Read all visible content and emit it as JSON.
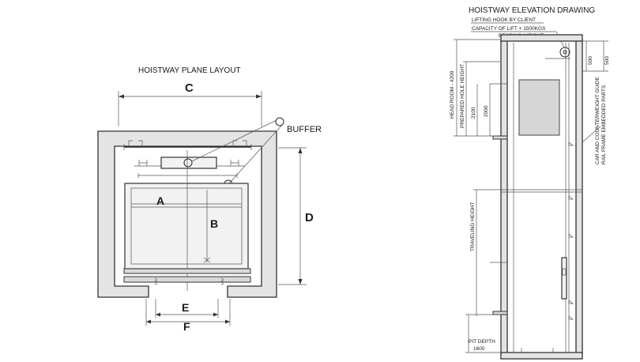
{
  "plan": {
    "title": "HOISTWAY PLANE LAYOUT",
    "labels": {
      "a": "A",
      "b": "B",
      "c": "C",
      "d": "D",
      "e": "E",
      "f": "F"
    },
    "buffer": "BUFFER"
  },
  "elevation": {
    "title": "HOISTWAY ELEVATION DRAWING",
    "lifting_hook": "LIFTING HOOK BY CLIENT",
    "capacity_line1": "CAPACITY OF LIFT + 1500KGS",
    "capacity_line2": "BEARING WEIGHT",
    "head_room": "HEAD ROOM - 4200",
    "prepared_hole": "PREPARED HOLE HEIGHT",
    "dim_2100": "2100",
    "dim_2000": "2000",
    "dim_500a": "500",
    "dim_500b": "500",
    "rail_line1": "CAR AND COUNTERWEIGHT GUIDE",
    "rail_line2": "RAIL FRAME EMBEDDED PARTS",
    "traveling": "TRAVELING HEIGHT",
    "pit_line1": "PIT DEPTH",
    "pit_line2": "1600"
  }
}
